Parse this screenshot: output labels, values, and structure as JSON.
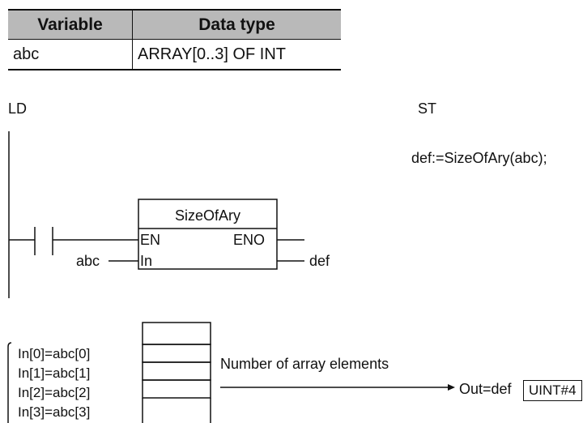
{
  "table": {
    "headers": [
      "Variable",
      "Data type"
    ],
    "rows": [
      [
        "abc",
        "ARRAY[0..3] OF INT"
      ]
    ]
  },
  "ld_section": {
    "label": "LD",
    "block": {
      "name": "SizeOfAry",
      "inputs": [
        "EN",
        "In"
      ],
      "output": "ENO",
      "in_variable": "abc",
      "out_variable": "def"
    }
  },
  "st_section": {
    "label": "ST",
    "code": "def:=SizeOfAry(abc);"
  },
  "illustration": {
    "elements": [
      "In[0]=abc[0]",
      "In[1]=abc[1]",
      "In[2]=abc[2]",
      "In[3]=abc[3]"
    ],
    "arrow_label": "Number of array elements",
    "output_label": "Out=def",
    "result": "UINT#4"
  }
}
